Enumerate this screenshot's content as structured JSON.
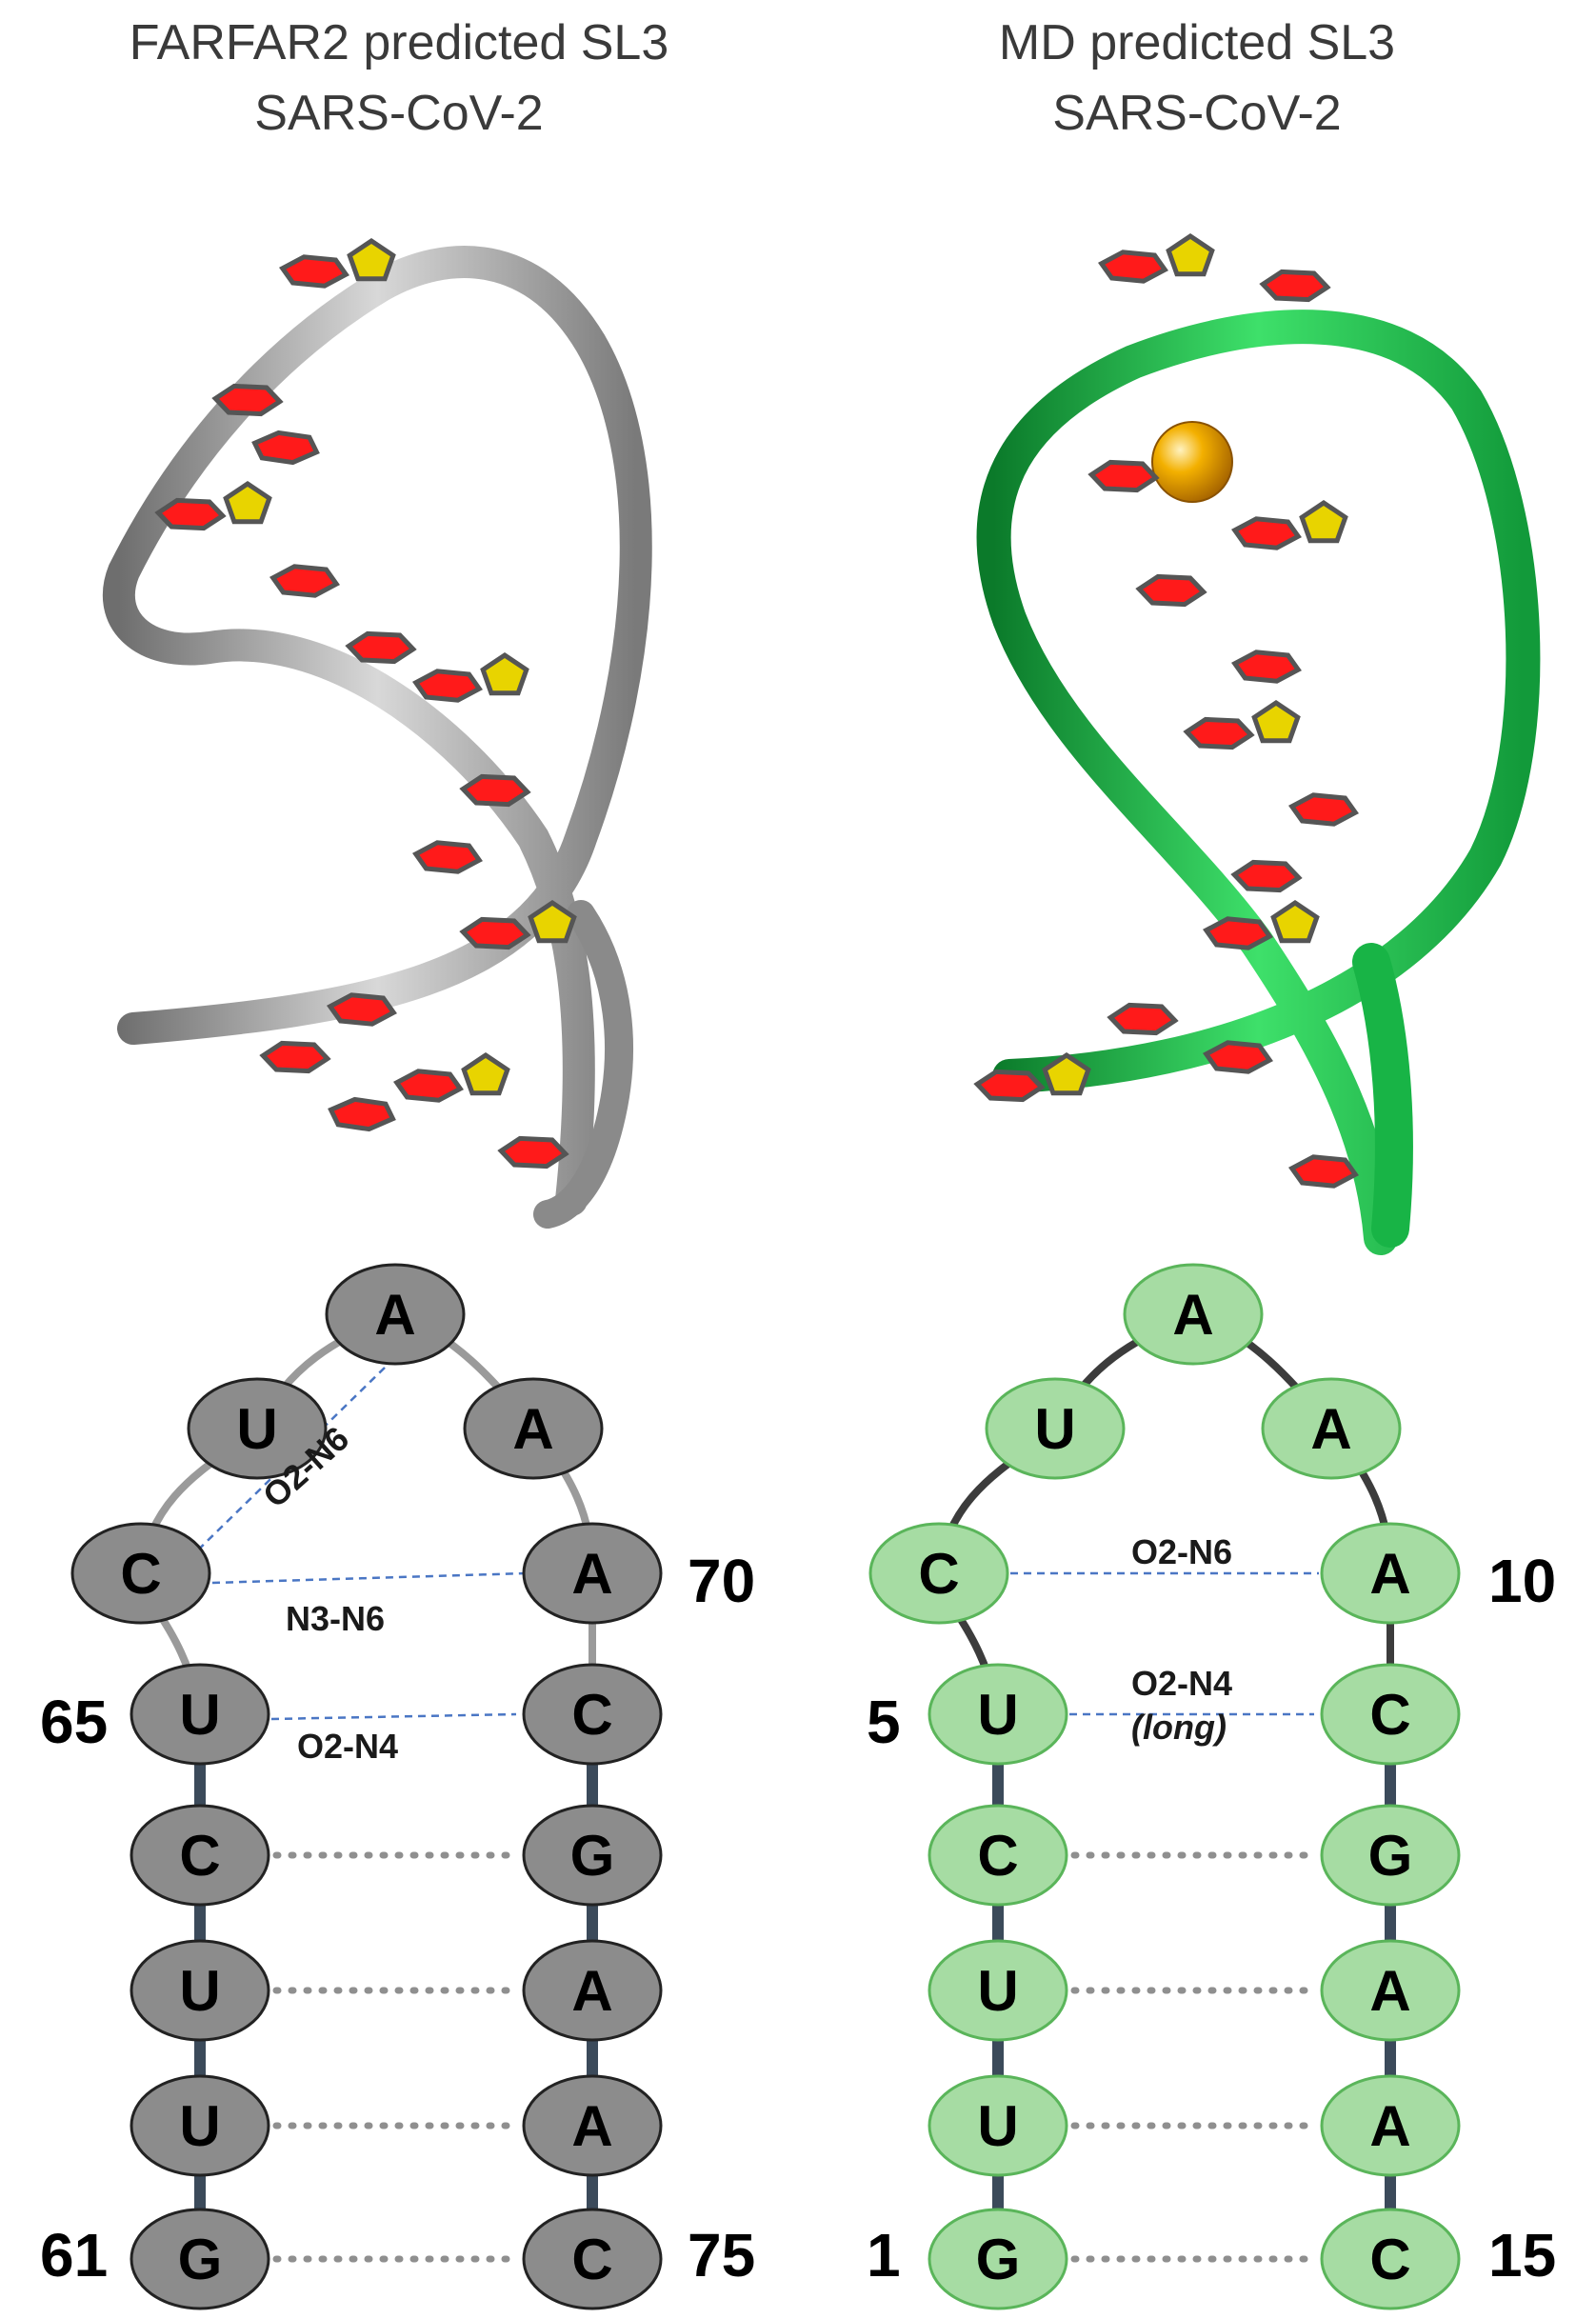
{
  "panels": [
    {
      "id": "farfar2",
      "title_line1": "FARFAR2 predicted SL3",
      "title_line2": "SARS-CoV-2",
      "structure_image": "3D RNA stem-loop model, grey ribbon with red/yellow nucleotide bases",
      "colors": {
        "backbone": "#9a9a9a",
        "node_fill": "#8c8c8c",
        "node_stroke": "#222222",
        "ribbon": "#9c9c9c",
        "base": "#ff1a1a",
        "sugar": "#e8d400"
      },
      "left_strand": [
        "G",
        "U",
        "U",
        "C",
        "U",
        "C",
        "U"
      ],
      "right_strand": [
        "C",
        "A",
        "A",
        "G",
        "C",
        "A",
        "A"
      ],
      "loop": "A",
      "numbers": {
        "left_bottom": "61",
        "left_u": "65",
        "right_a": "70",
        "right_bottom": "75"
      },
      "hbonds": [
        {
          "label": "O2-N6",
          "italic": ""
        },
        {
          "label": "N3-N6",
          "italic": ""
        },
        {
          "label": "O2-N4",
          "italic": ""
        }
      ]
    },
    {
      "id": "md",
      "title_line1": "MD predicted SL3",
      "title_line2": "SARS-CoV-2",
      "structure_image": "3D RNA stem-loop model, green ribbon with orange metal ion",
      "colors": {
        "backbone": "#3c3c3c",
        "node_fill": "#a6dca3",
        "node_stroke": "#5ab55a",
        "ribbon": "#1dc14d",
        "base": "#ff1a1a",
        "sugar": "#e8d400",
        "ion": "#f0a400"
      },
      "left_strand": [
        "G",
        "U",
        "U",
        "C",
        "U",
        "C",
        "U"
      ],
      "right_strand": [
        "C",
        "A",
        "A",
        "G",
        "C",
        "A",
        "A"
      ],
      "loop": "A",
      "numbers": {
        "left_bottom": "1",
        "left_u": "5",
        "right_a": "10",
        "right_bottom": "15"
      },
      "hbonds": [
        {
          "label": "O2-N6",
          "italic": ""
        },
        {
          "label": "O2-N4",
          "italic": "(long)"
        }
      ]
    }
  ]
}
